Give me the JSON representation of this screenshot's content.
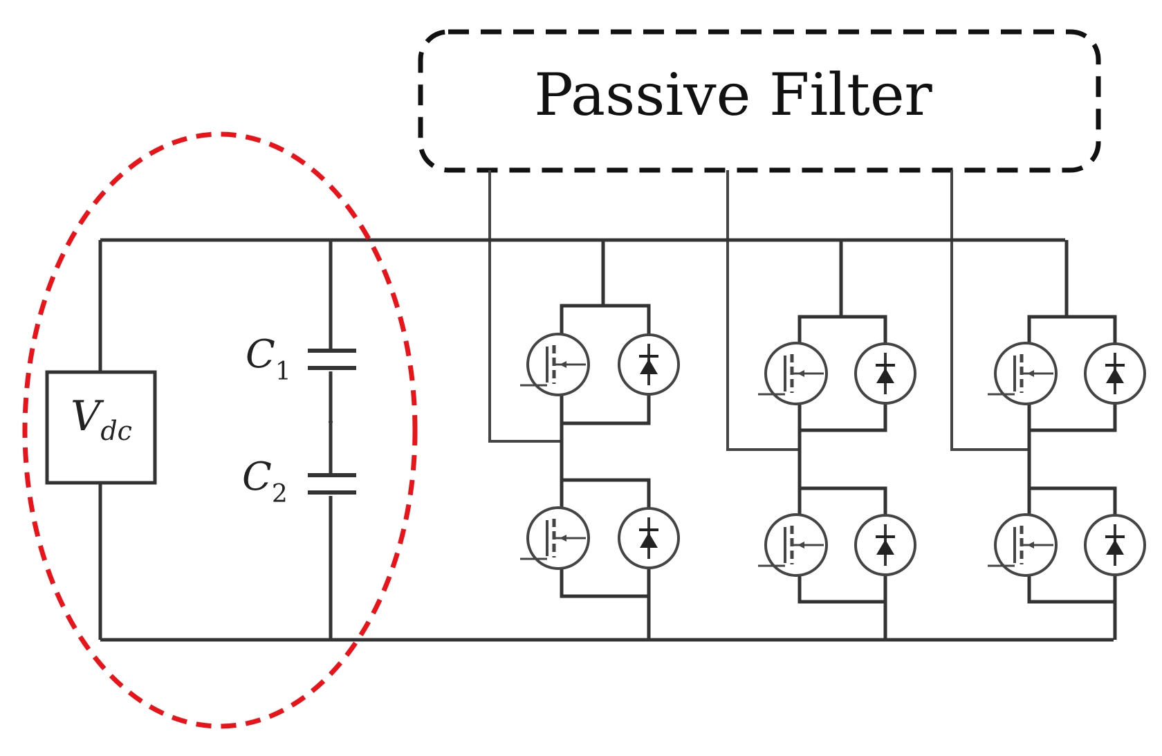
{
  "title": "Passive Filter",
  "source_label": {
    "main": "V",
    "sub": "dc"
  },
  "capacitors": [
    {
      "main": "C",
      "sub": "1"
    },
    {
      "main": "C",
      "sub": "2"
    }
  ],
  "legs": [
    "leg-a",
    "leg-b",
    "leg-c"
  ],
  "colors": {
    "wire": "#333333",
    "dc_link_highlight": "#e8141a",
    "filter_box": "#111111"
  }
}
